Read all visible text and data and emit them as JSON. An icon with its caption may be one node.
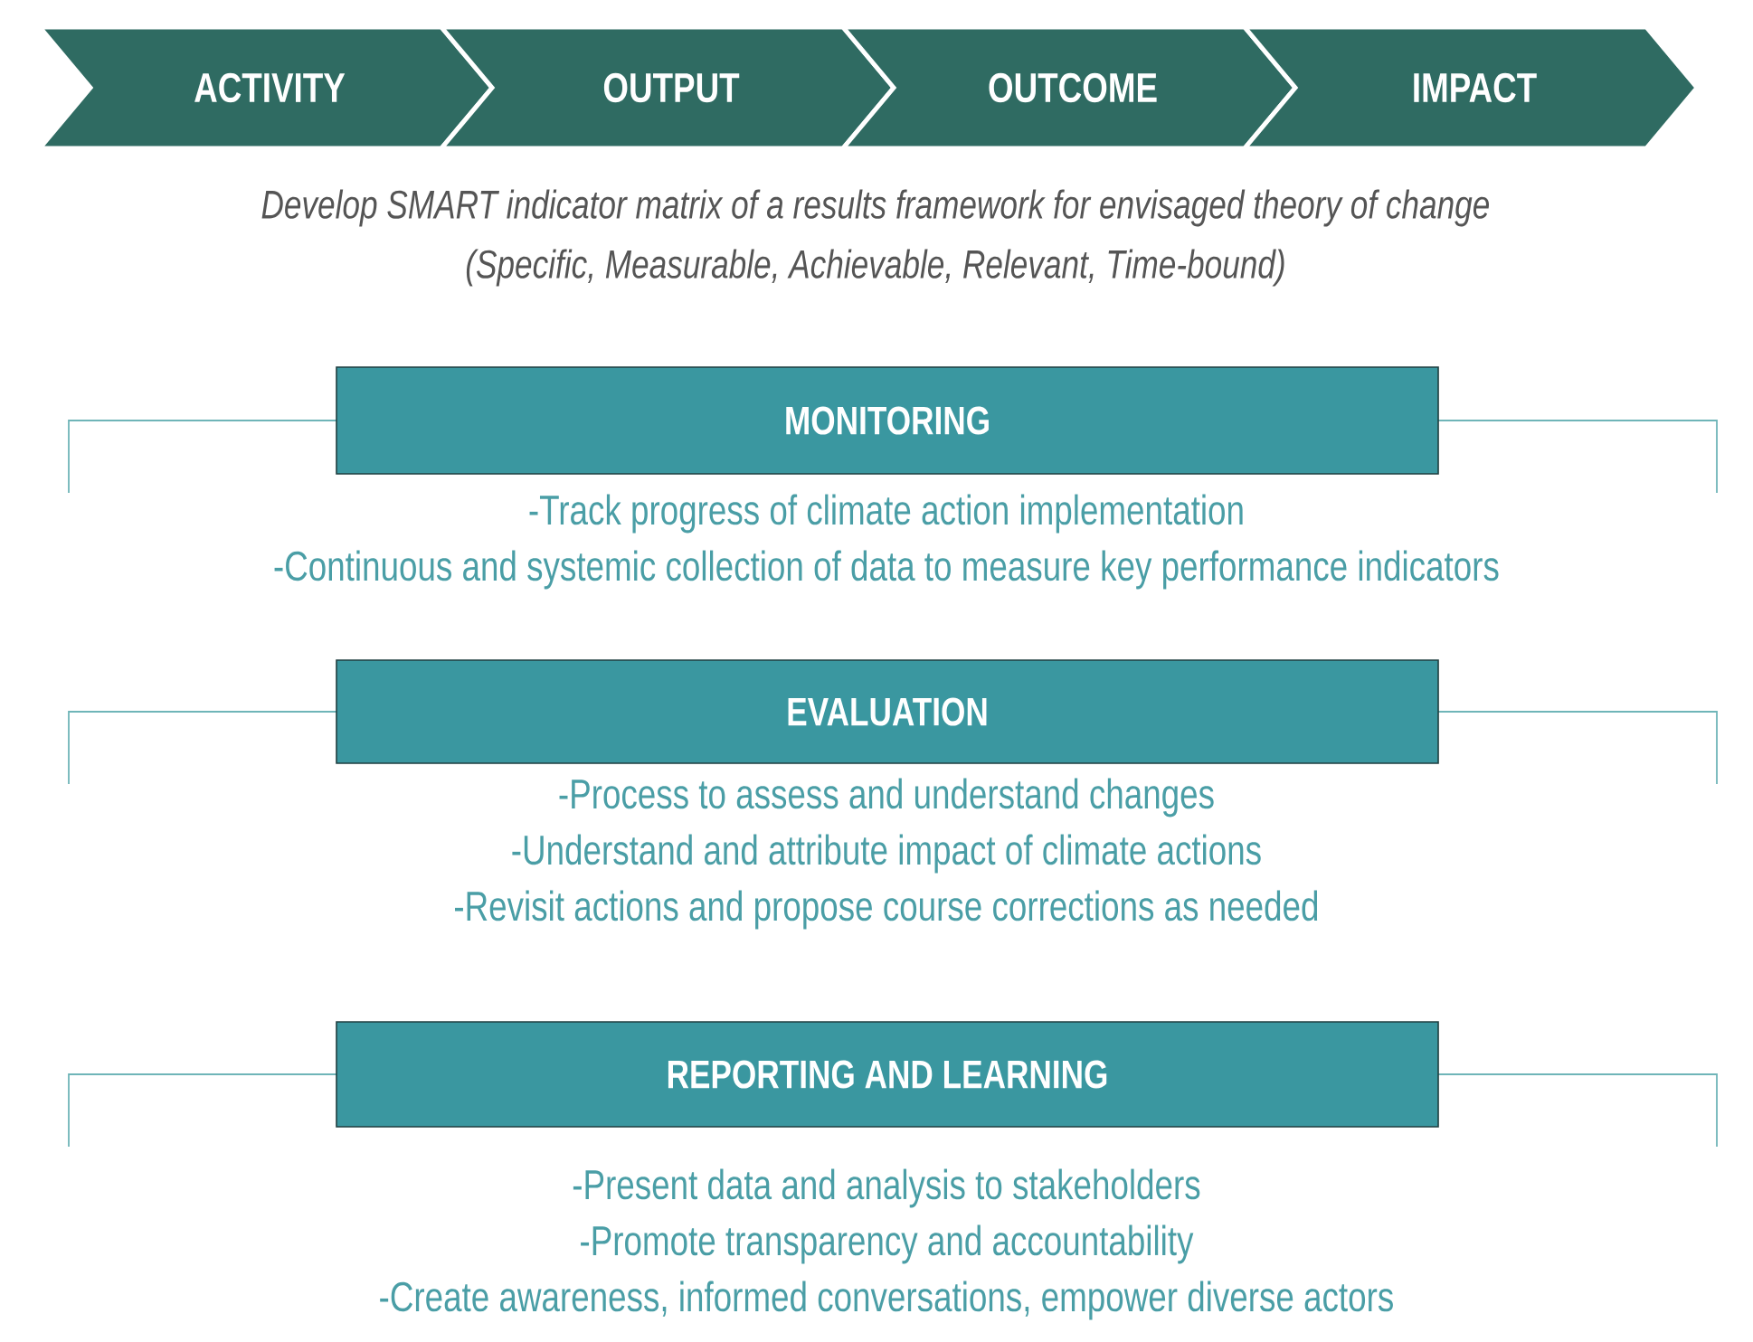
{
  "diagram": {
    "nodes": [
      {
        "text": [
          "ACTIVITY"
        ]
      },
      {
        "text": [
          "OUTPUT"
        ]
      },
      {
        "text": [
          "OUTCOME"
        ]
      },
      {
        "text": [
          "IMPACT"
        ]
      },
      {
        "text": [
          "MONITORING"
        ],
        "beside": [
          "-Track progress of climate action implementation",
          "-Continuous and systemic collection of data to measure key performance indicators"
        ]
      },
      {
        "text": [
          "EVALUATION"
        ],
        "beside": [
          "-Process to assess and understand changes",
          "-Understand and attribute impact of climate actions",
          "-Revisit actions and propose course corrections as needed"
        ]
      },
      {
        "text": [
          "REPORTING AND LEARNING"
        ],
        "beside": [
          "-Present data and analysis to stakeholders",
          "-Promote transparency and accountability",
          "-Create awareness, informed conversations, empower diverse actors"
        ]
      }
    ],
    "labels": [
      "Develop SMART indicator matrix of a results framework for envisaged theory of change",
      "(Specific, Measurable, Achievable, Relevant, Time-bound)"
    ]
  }
}
